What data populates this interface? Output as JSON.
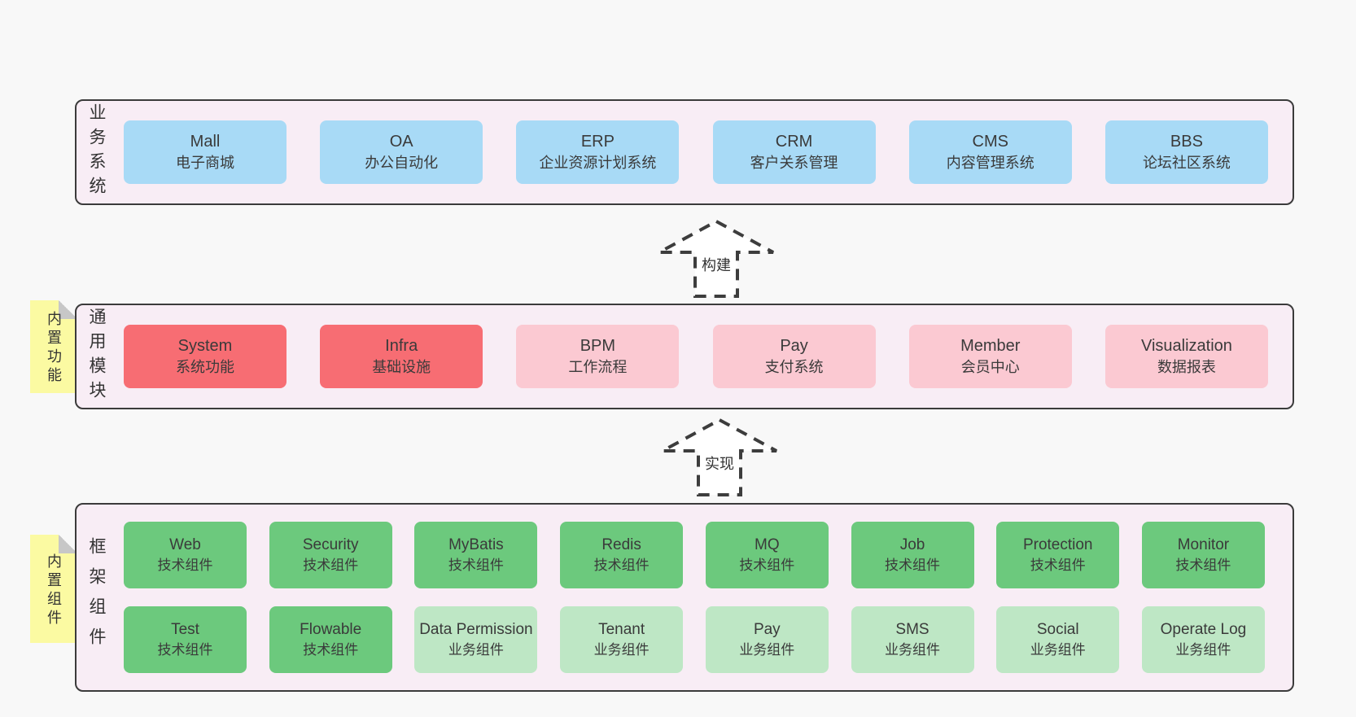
{
  "diagram": {
    "arrows": [
      {
        "label": "构建"
      },
      {
        "label": "实现"
      }
    ],
    "stickies": [
      {
        "label": "内置功能"
      },
      {
        "label": "内置组件"
      }
    ],
    "layers": [
      {
        "label": "业务系统",
        "boxes": [
          {
            "title": "Mall",
            "subtitle": "电子商城"
          },
          {
            "title": "OA",
            "subtitle": "办公自动化"
          },
          {
            "title": "ERP",
            "subtitle": "企业资源计划系统"
          },
          {
            "title": "CRM",
            "subtitle": "客户关系管理"
          },
          {
            "title": "CMS",
            "subtitle": "内容管理系统"
          },
          {
            "title": "BBS",
            "subtitle": "论坛社区系统"
          }
        ]
      },
      {
        "label": "通用模块",
        "boxes": [
          {
            "title": "System",
            "subtitle": "系统功能"
          },
          {
            "title": "Infra",
            "subtitle": "基础设施"
          },
          {
            "title": "BPM",
            "subtitle": "工作流程"
          },
          {
            "title": "Pay",
            "subtitle": "支付系统"
          },
          {
            "title": "Member",
            "subtitle": "会员中心"
          },
          {
            "title": "Visualization",
            "subtitle": "数据报表"
          }
        ]
      },
      {
        "label": "框架组件",
        "rows": [
          [
            {
              "title": "Web",
              "subtitle": "技术组件"
            },
            {
              "title": "Security",
              "subtitle": "技术组件"
            },
            {
              "title": "MyBatis",
              "subtitle": "技术组件"
            },
            {
              "title": "Redis",
              "subtitle": "技术组件"
            },
            {
              "title": "MQ",
              "subtitle": "技术组件"
            },
            {
              "title": "Job",
              "subtitle": "技术组件"
            },
            {
              "title": "Protection",
              "subtitle": "技术组件"
            },
            {
              "title": "Monitor",
              "subtitle": "技术组件"
            }
          ],
          [
            {
              "title": "Test",
              "subtitle": "技术组件"
            },
            {
              "title": "Flowable",
              "subtitle": "技术组件"
            },
            {
              "title": "Data Permission",
              "subtitle": "业务组件"
            },
            {
              "title": "Tenant",
              "subtitle": "业务组件"
            },
            {
              "title": "Pay",
              "subtitle": "业务组件"
            },
            {
              "title": "SMS",
              "subtitle": "业务组件"
            },
            {
              "title": "Social",
              "subtitle": "业务组件"
            },
            {
              "title": "Operate Log",
              "subtitle": "业务组件"
            }
          ]
        ]
      }
    ],
    "colors": {
      "page_background": "#f8f8f8",
      "panel_background": "#f8edf5",
      "panel_border": "#3b3b3b",
      "business_box": "#a8daf6",
      "core_module_box": "#f76d73",
      "optional_module_box": "#fbc9d2",
      "tech_component_box": "#6cc97d",
      "biz_component_box": "#bee7c5",
      "sticky_note": "#fbfaa2",
      "text": "#3a3a3a"
    }
  }
}
